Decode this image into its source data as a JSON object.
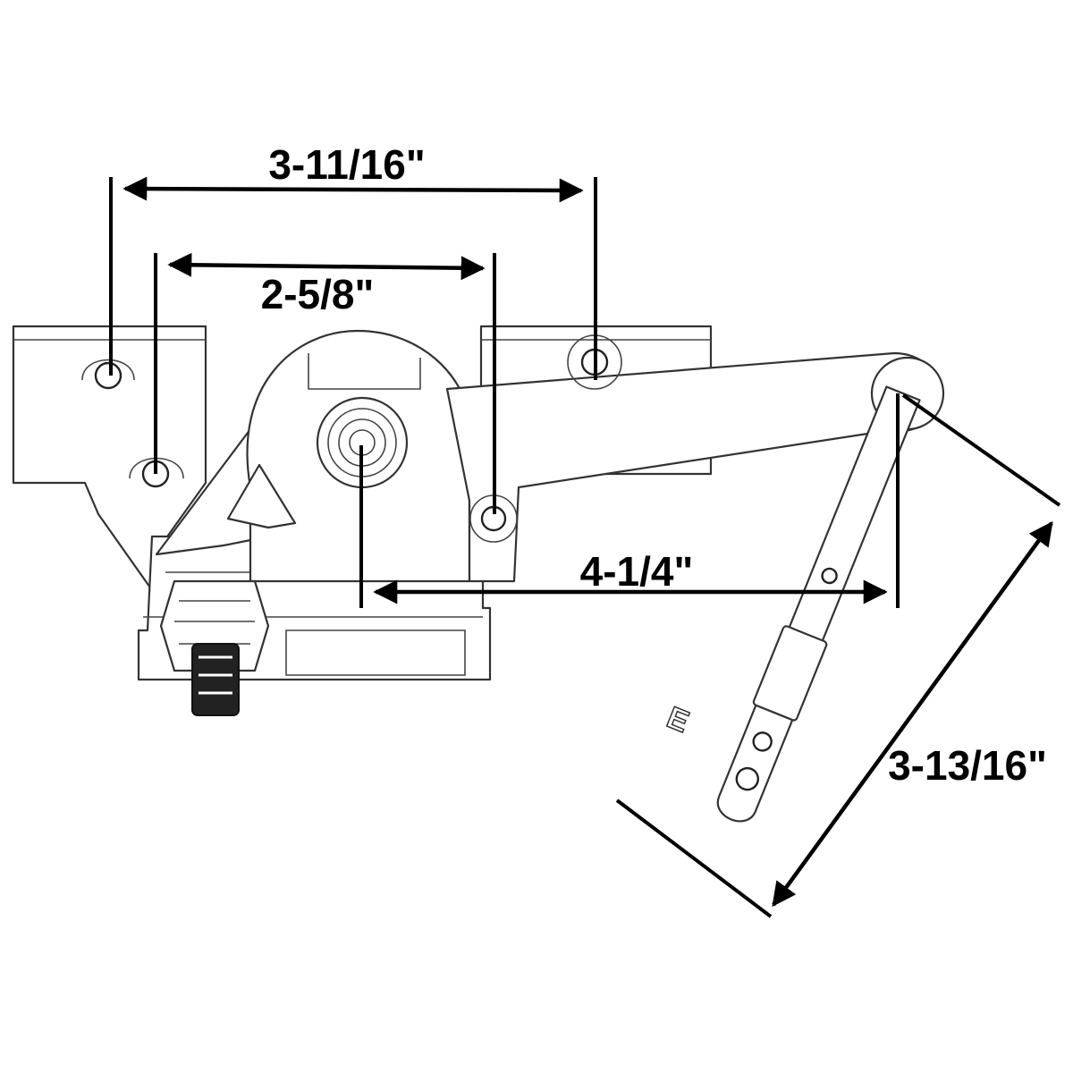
{
  "dimensions": {
    "top_span": "3-11/16\"",
    "inner_span": "2-5/8\"",
    "arm_pivot_span": "4-1/4\"",
    "link_length": "3-13/16\""
  },
  "icons": {
    "stamp_mark": "E-stamp-icon",
    "drive_spline": "spline-shaft-icon"
  }
}
